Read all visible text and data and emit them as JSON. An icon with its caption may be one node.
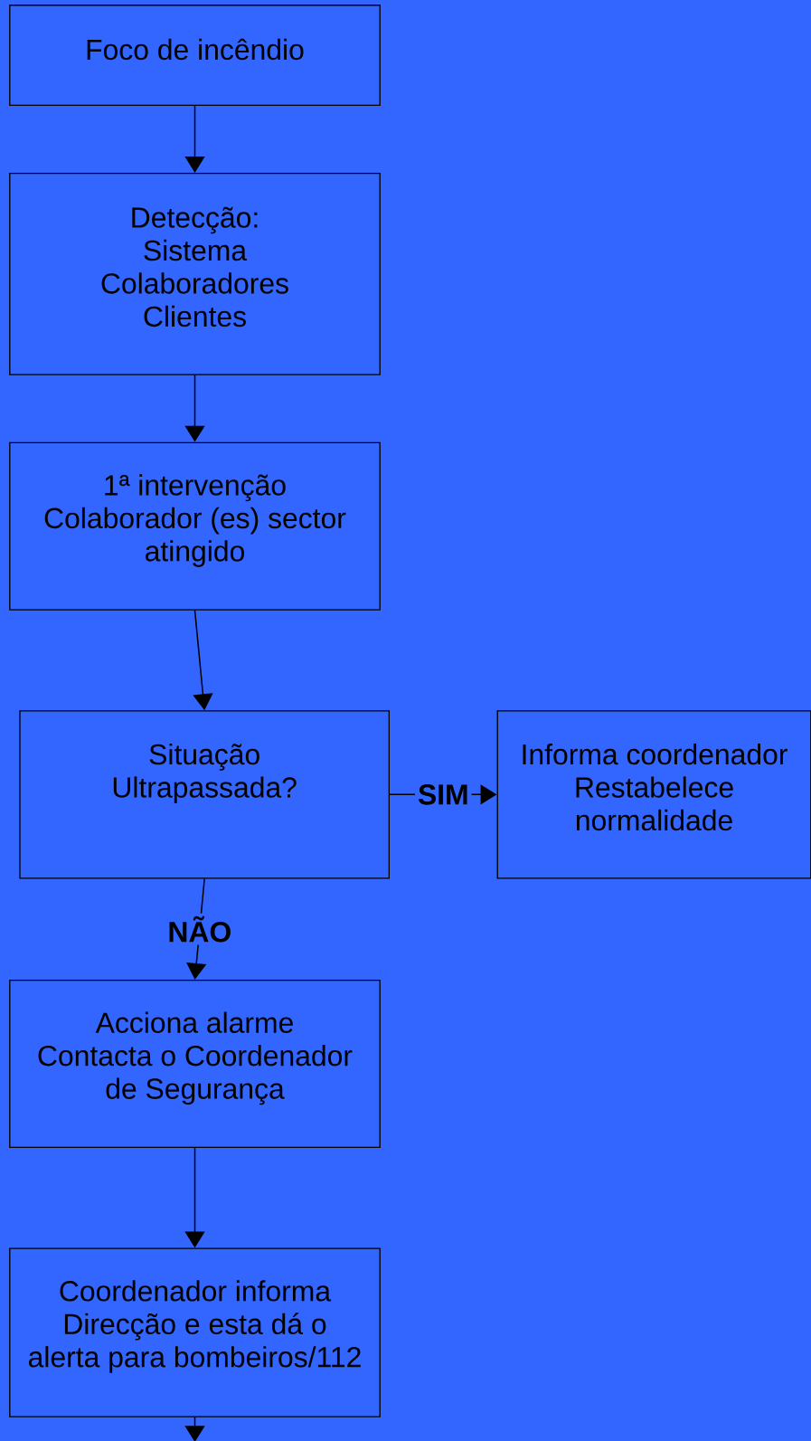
{
  "diagram": {
    "nodes": [
      {
        "text": [
          "Foco de incêndio"
        ]
      },
      {
        "text": [
          "Detecção:",
          "Sistema Colaboradores Clientes"
        ]
      },
      {
        "text": [
          "1ª intervenção",
          "Colaborador (es) sector atingido"
        ]
      },
      {
        "text": [
          "Situação Ultrapassada?"
        ]
      },
      {
        "text": [
          "Informa coordenador Restabelece normalidade"
        ]
      },
      {
        "text": [
          "Acciona alarme",
          "Contacta o Coordenador de Segurança"
        ]
      },
      {
        "text": [
          "Coordenador informa Direcção e esta dá o alerta para bombeiros/112"
        ]
      }
    ],
    "edges": [
      {
        "from": 0,
        "to": 1,
        "arrow": "to"
      },
      {
        "from": 1,
        "to": 2,
        "arrow": "to"
      },
      {
        "from": 2,
        "to": 3,
        "arrow": "to"
      },
      {
        "from": 3,
        "to": 4,
        "arrow": "to",
        "label": "SIM"
      },
      {
        "from": 3,
        "to": 5,
        "arrow": "to",
        "label": "NÃO"
      },
      {
        "from": 5,
        "to": 6,
        "arrow": "to"
      },
      {
        "from": 6,
        "to": null,
        "arrow": "to"
      }
    ]
  }
}
